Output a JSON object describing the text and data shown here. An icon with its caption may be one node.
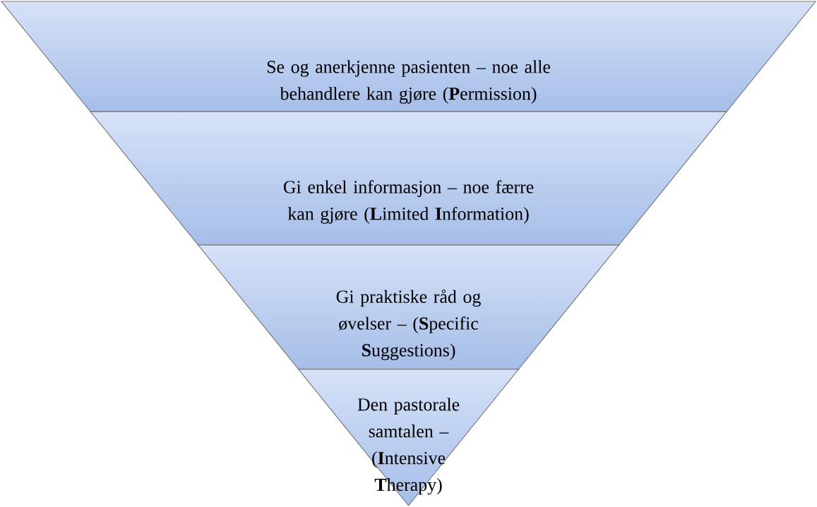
{
  "diagram": {
    "nodes": [
      {
        "text": [
          "Se og anerkjenne pasienten – noe alle behandlere kan gjøre (**P**ermission)"
        ]
      },
      {
        "text": [
          "Gi enkel informasjon – noe færre kan gjøre (**L**imited **I**nformation)"
        ]
      },
      {
        "text": [
          "Gi praktiske råd og øvelser – (**S**pecific **S**uggestions)"
        ]
      },
      {
        "text": [
          "Den pastorale samtalen – (**I**ntensive **T**herapy)"
        ]
      }
    ],
    "edges": []
  }
}
